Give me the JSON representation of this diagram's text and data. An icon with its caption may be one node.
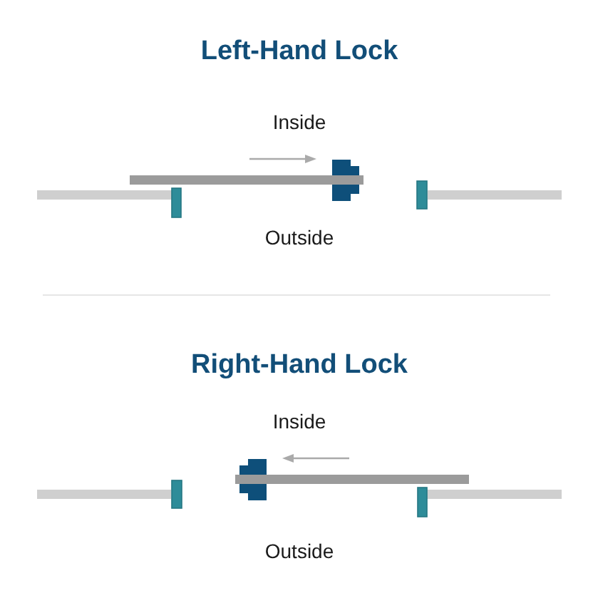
{
  "diagram": {
    "labels": [
      "Left-Hand Lock",
      "Inside",
      "Outside",
      "Right-Hand Lock",
      "Inside",
      "Outside"
    ]
  }
}
